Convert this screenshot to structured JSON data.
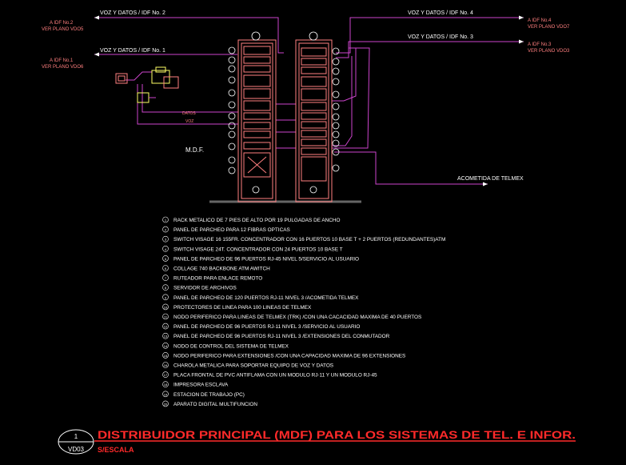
{
  "labels": {
    "voz_idf2": "VOZ Y DATOS / IDF No. 2",
    "voz_idf1": "VOZ Y DATOS / IDF No. 1",
    "voz_idf4": "VOZ Y DATOS / IDF No. 4",
    "voz_idf3": "VOZ Y DATOS / IDF No. 3",
    "idf2_a": "A  IDF No.2",
    "idf2_b": "VER  PLANO  VDO5",
    "idf1_a": "A  IDF No.1",
    "idf1_b": "VER  PLANO  VDO6",
    "idf4_a": "A  IDF No.4",
    "idf4_b": "VER  PLANO  VDO7",
    "idf3_a": "A  IDF No.3",
    "idf3_b": "VER  PLANO  VDO3",
    "datos": "DATOS",
    "voz": "VOZ",
    "mdf": "M.D.F.",
    "acometida": "ACOMETIDA DE TELMEX"
  },
  "legend": [
    {
      "num": "1",
      "text": "RACK METALICO DE 7 PIES DE ALTO POR 19 PULGADAS DE ANCHO"
    },
    {
      "num": "2",
      "text": "PANEL DE PARCHEO PARA 12 FIBRAS OPTICAS"
    },
    {
      "num": "3",
      "text": "SWITCH VISAGE 16 155FR. CONCENTRADOR CON 16 PUERTOS 10 BASE T + 2 PUERTOS (REDUNDANTES)ATM"
    },
    {
      "num": "4",
      "text": "SWITCH VISAGE 24T. CONCENTRADOR CON 24 PUERTOS 10 BASE T"
    },
    {
      "num": "5",
      "text": "PANEL DE PARCHEO DE 96 PUERTOS RJ-45 NIVEL 5/SERVICIO AL USUARIO"
    },
    {
      "num": "6",
      "text": "COLLAGE 740 BACKBONE ATM AWITCH"
    },
    {
      "num": "7",
      "text": "RUTEADOR PARA ENLACE REMOTO"
    },
    {
      "num": "8",
      "text": "SERVIDOR DE ARCHIVOS"
    },
    {
      "num": "9",
      "text": "PANEL DE PARCHEO DE 120 PUERTOS RJ-11 NIVEL 3 /ACOMETIDA TELMEX"
    },
    {
      "num": "10",
      "text": "PROTECTORES DE LINEA PARA 100 LINEAS DE TELMEX"
    },
    {
      "num": "11",
      "text": "NODO PERIFERICO PARA LINEAS DE TELMEX (TRK) /CON UNA CACACIDAD MAXIMA DE 40 PUERTOS"
    },
    {
      "num": "12",
      "text": "PANEL DE PARCHEO DE 96 PUERTOS RJ-11 NIVEL 3 /SERVICIO AL USUARIO"
    },
    {
      "num": "13",
      "text": "PANEL DE PARCHEO DE 96 PUERTOS RJ-11 NIVEL 3 /EXTENSIONES DEL CONMUTADOR"
    },
    {
      "num": "14",
      "text": "NODO DE CONTROL DEL SISTEMA DE TELMEX"
    },
    {
      "num": "15",
      "text": "NODO PERIFERICO PARA EXTENSIONES /CON UNA CAPACIDAD MAXIMA DE 96 EXTENSIONES"
    },
    {
      "num": "16",
      "text": "CHAROLA METALICA PARA SOPORTAR EQUIPO DE VOZ Y DATOS"
    },
    {
      "num": "17",
      "text": "PLACA FRONTAL DE PVC ANTIFLAMA CON UN MODULO RJ-11 Y UN MODULO RJ-45"
    },
    {
      "num": "18",
      "text": "IMPRESORA ESCLAVA"
    },
    {
      "num": "19",
      "text": "ESTACION DE TRABAJO (PC)"
    },
    {
      "num": "20",
      "text": "APARATO DIGITAL MULTIFUNCION"
    }
  ],
  "title_block": {
    "num": "1",
    "sheet": "VD03",
    "title": "DISTRIBUIDOR PRINCIPAL (MDF) PARA LOS SISTEMAS DE TEL. E INFOR.",
    "scale": "S/ESCALA"
  },
  "colors": {
    "rack": "#ff7f7f",
    "cable": "#cc44cc",
    "text": "#ffffff",
    "title": "#ff2a2a",
    "floor": "#666666",
    "device": "#ffff66"
  }
}
